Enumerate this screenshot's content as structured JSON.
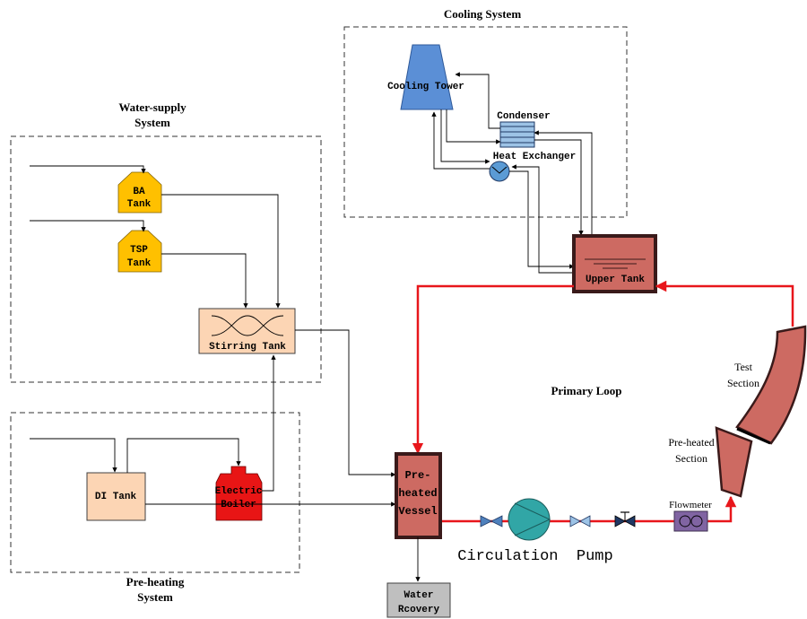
{
  "subsystems": {
    "cooling": {
      "title": "Cooling System"
    },
    "water_supply": {
      "title_line1": "Water-supply",
      "title_line2": "System"
    },
    "preheating": {
      "title_line1": "Pre-heating",
      "title_line2": "System"
    },
    "primary_loop": {
      "title": "Primary Loop"
    }
  },
  "components": {
    "cooling_tower": "Cooling Tower",
    "condenser": "Condenser",
    "heat_exchanger": "Heat Exchanger",
    "upper_tank": "Upper Tank",
    "ba_tank": {
      "line1": "BA",
      "line2": "Tank"
    },
    "tsp_tank": {
      "line1": "TSP",
      "line2": "Tank"
    },
    "stirring_tank": "Stirring Tank",
    "di_tank": "DI Tank",
    "electric_boiler": {
      "line1": "Electric",
      "line2": "Boiler"
    },
    "preheated_vessel": {
      "line1": "Pre-",
      "line2": "heated",
      "line3": "Vessel"
    },
    "water_recovery": {
      "line1": "Water",
      "line2": "Rcovery"
    },
    "circulation_pump": "Circulation  Pump",
    "flowmeter": "Flowmeter",
    "test_section": {
      "line1": "Test",
      "line2": "Section"
    },
    "preheated_section": {
      "line1": "Pre-heated",
      "line2": "Section"
    }
  },
  "colors": {
    "primary_loop": "#e8161b",
    "vessel_fill": "#cd6a62",
    "tank_yellow": "#ffc000",
    "stirring_fill": "#fcd5b4",
    "di_fill": "#fcd5b4",
    "boiler_red": "#e81515",
    "tower_blue": "#5b8fd6",
    "recovery_gray": "#bfbfbf",
    "flowmeter_purple": "#8064a2",
    "valve_blue": "#4f81bd",
    "pump_teal": "#31a6a6"
  }
}
